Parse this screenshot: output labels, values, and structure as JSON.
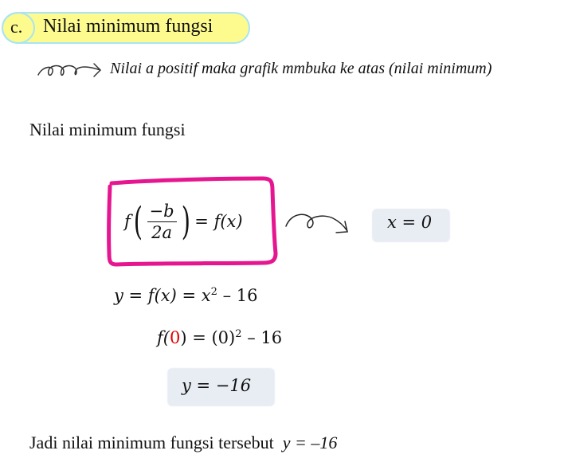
{
  "header": {
    "letter": "c.",
    "title": "Nilai minimum fungsi"
  },
  "note": "Nilai a positif maka grafik mmbuka ke atas (nilai minimum)",
  "subheading": "Nilai minimum fungsi",
  "formula": {
    "f": "f",
    "num": "−b",
    "den": "2a",
    "rhs": "= f(x)",
    "result": "x = 0"
  },
  "steps": {
    "line1_lhs": "y = f(x) = x",
    "line1_exp": "2",
    "line1_rest": " – 16",
    "line2_f": "f(",
    "line2_arg": "0",
    "line2_mid": ") = (0)",
    "line2_exp": "2",
    "line2_rest": " – 16",
    "result": "y = −16"
  },
  "conclusion": {
    "text": "Jadi nilai minimum fungsi tersebut",
    "value": "y = –16"
  },
  "colors": {
    "pill": "#fdfb8e",
    "pill_border": "#a9e3f4",
    "box": "#e5168f",
    "highlight": "#e8edf4",
    "red": "#e00000"
  }
}
